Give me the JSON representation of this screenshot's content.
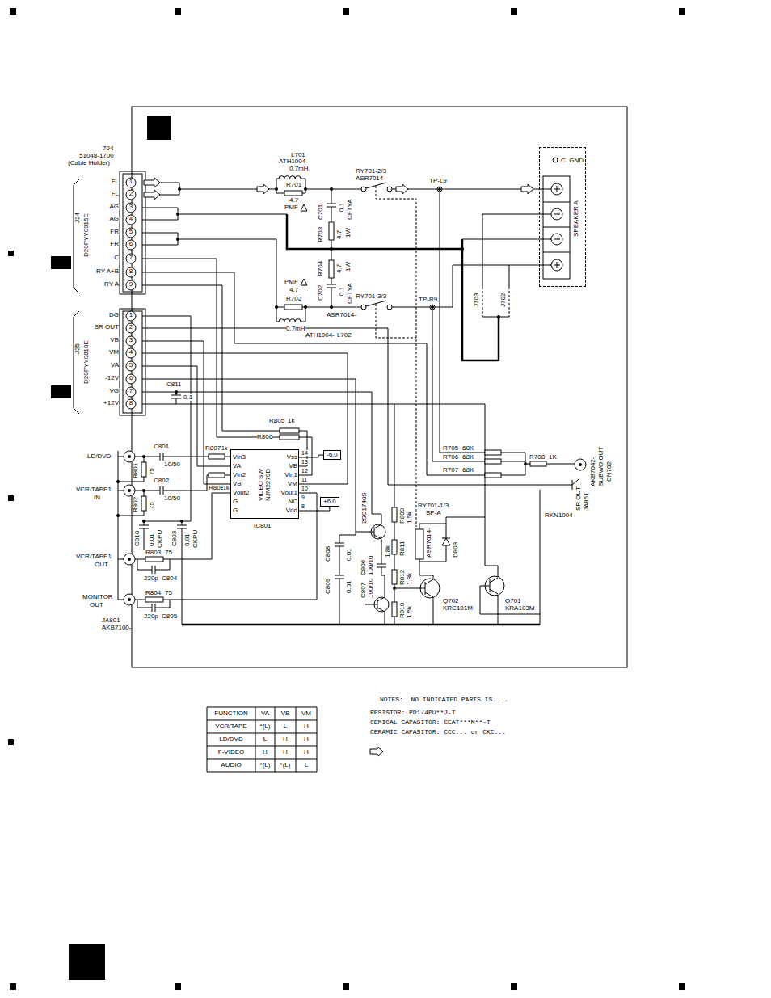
{
  "diagram": {
    "nodes": [
      {
        "text": [
          "C. GND",
          "SPEAKER A"
        ]
      },
      {
        "text": [
          "-6.0"
        ]
      },
      {
        "text": [
          "Vin3",
          "VA",
          "Vin2",
          "VB",
          "Vout2",
          "G",
          "G",
          "Vss",
          "VB",
          "Vin1",
          "VM",
          "Vout1",
          "NC",
          "Vdd",
          "VIDEO SW NJM2279D",
          "IC801"
        ]
      },
      {
        "text": [
          "+6.0"
        ]
      }
    ],
    "edges": [
      {
        "from": 2,
        "to": 1,
        "arrow": "none"
      },
      {
        "from": 2,
        "to": 3,
        "arrow": "none"
      }
    ],
    "labels": [
      "704",
      "51048-1700",
      "(Cable Holder)",
      "FL",
      "FL",
      "AG",
      "AG",
      "FR",
      "FR",
      "C",
      "RY A+B",
      "RY A",
      "1",
      "2",
      "3",
      "4",
      "5",
      "6",
      "7",
      "8",
      "9",
      "J24",
      "D20PYY0915E",
      "DG",
      "SR OUT",
      "VB",
      "VM",
      "VA",
      "-12V",
      "VG",
      "+12V",
      "1",
      "2",
      "3",
      "4",
      "5",
      "6",
      "7",
      "8",
      "J25",
      "D20PYY0810E",
      "L701",
      "ATH1004-",
      "0.7mH",
      "R701",
      "4.7",
      "PMF",
      "C701",
      "0.1",
      "CFTYA",
      "RY701-2/3",
      "ASR7014-",
      "TP-L9",
      "R703",
      "4.7",
      "1W",
      "R704",
      "4.7",
      "1W",
      "C702",
      "0.1",
      "CFTYA",
      "PMF",
      "4.7",
      "R702",
      "0.7mH",
      "ATH1004-",
      "L702",
      "RY701-3/3",
      "ASR7014-",
      "TP-R9",
      "J703",
      "J702",
      "C811",
      "0.1",
      "R805",
      "1k",
      "R806",
      "LD/DVD",
      "C801",
      "10/50",
      "R801",
      "75",
      "R807",
      "1k",
      "R808",
      "1k",
      "VCR/TAPE1",
      "IN",
      "C802",
      "10/50",
      "R802",
      "75",
      "C810",
      "0.01",
      "CKPU",
      "C803",
      "0.01",
      "CKPU",
      "VCR/TAPE1",
      "OUT",
      "R803",
      "75",
      "220p",
      "C804",
      "MONITOR",
      "OUT",
      "R804",
      "75",
      "220p",
      "C805",
      "JA801",
      "AKB7100-",
      "R705",
      "68K",
      "R706",
      "68K",
      "R707",
      "68K",
      "R708",
      "1K",
      "AKB7042-",
      "SUBWO.OUT",
      "CN702",
      "SR OUT",
      "JA851",
      "RKN1004-",
      "RY701-1/3",
      "SP-A",
      "2SC1740S",
      "C806",
      "100/10",
      "R809",
      "1.5k",
      "R811",
      "1.8k",
      "C807",
      "100/10",
      "R812",
      "1.8k",
      "R810",
      "1.5k",
      "C808",
      "0.01",
      "C809",
      "0.01",
      "ASR7014-",
      "D803",
      "Q702",
      "KRC101M",
      "Q701",
      "KRA103M",
      "NOTES:  NO INDICATED PARTS IS....",
      "RESISTOR: PD1/4PU**J-T",
      "CEMICAL CAPASITOR: CEAT***M**-T",
      "CERAMIC CAPASITOR: CCC... or CKC...",
      "FUNCTION",
      "VA",
      "VB",
      "VM",
      "VCR/TAPE",
      "*(L)",
      "L",
      "H",
      "LD/DVD",
      "L",
      "H",
      "H",
      "F-VIDEO",
      "H",
      "H",
      "H",
      "AUDIO",
      "*(L)",
      "*(L)",
      "L",
      "14",
      "13",
      "12",
      "11",
      "10",
      "9",
      "8"
    ]
  }
}
